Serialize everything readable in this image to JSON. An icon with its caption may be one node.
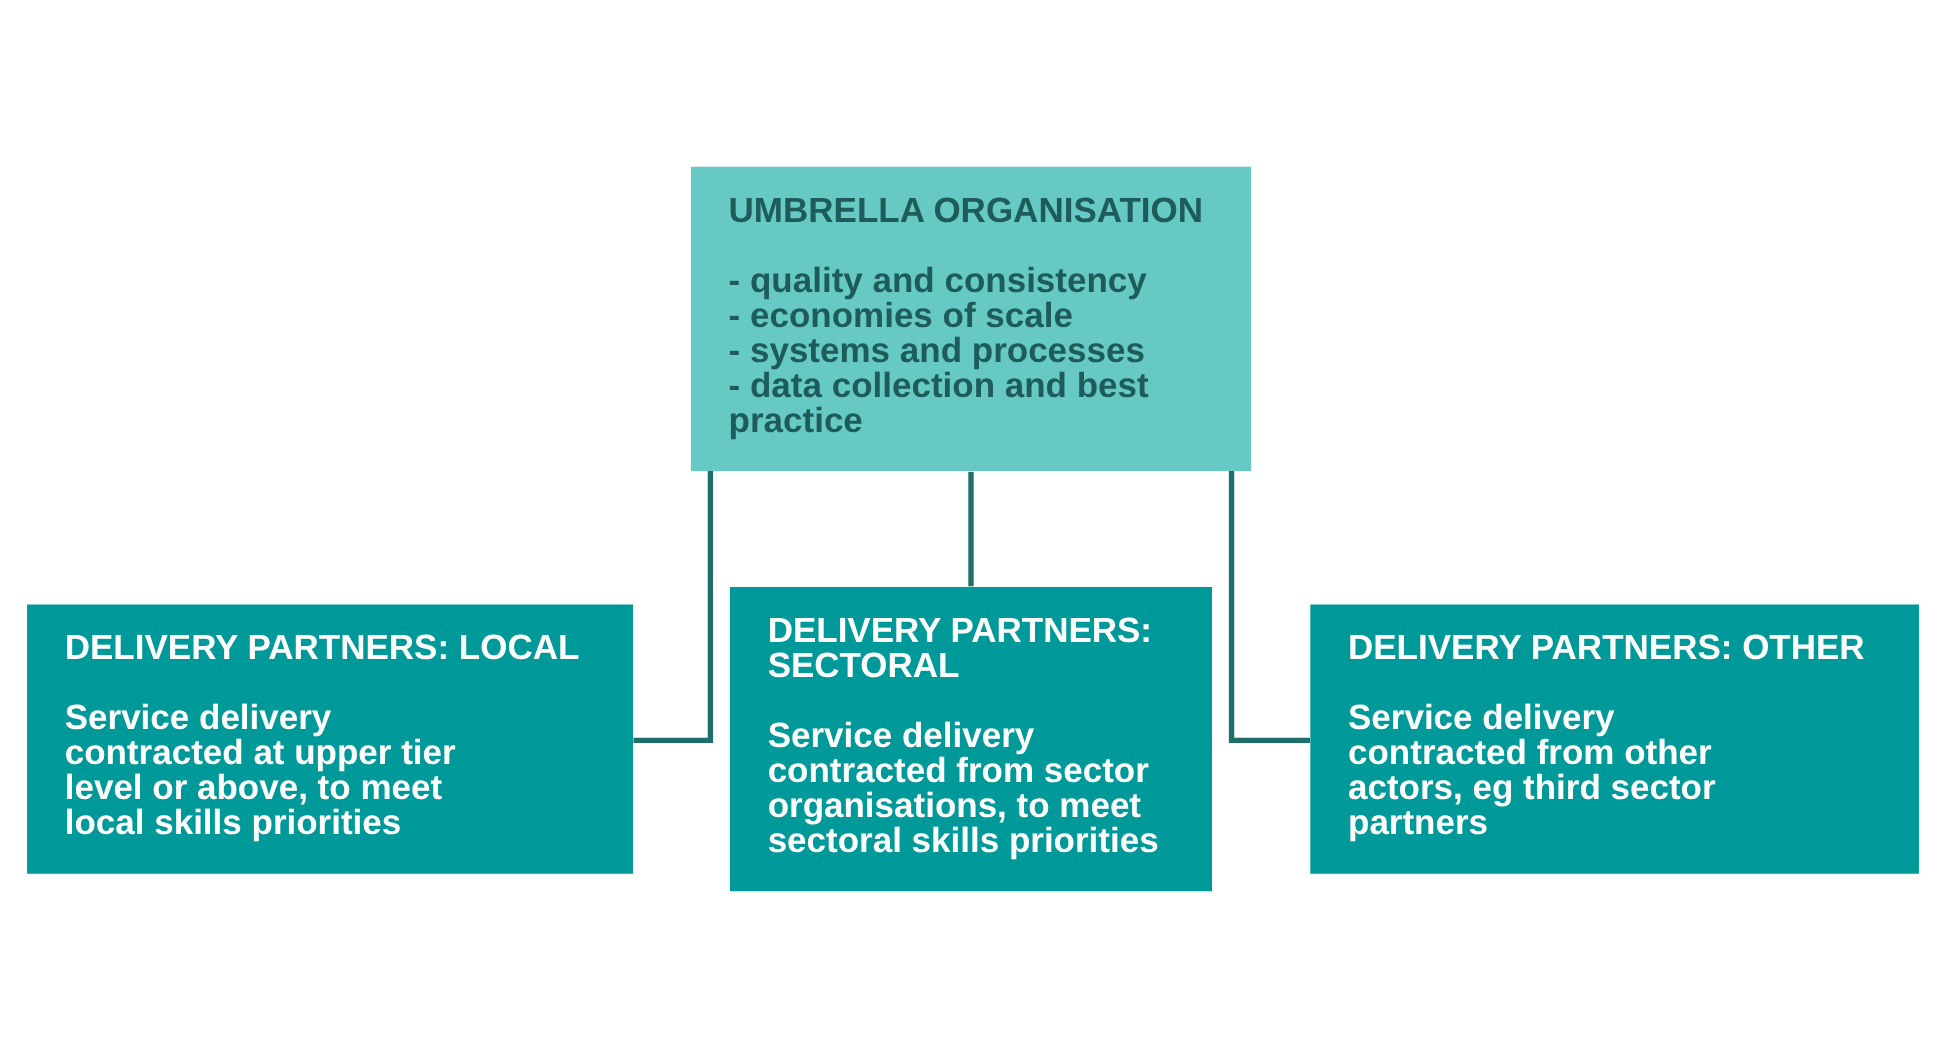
{
  "diagram": {
    "nodes": [
      {
        "text": [
          "UMBRELLA ORGANISATION",
          "- quality and consistency",
          "- economies of scale",
          "- systems and processes",
          "- data collection and best practice"
        ]
      },
      {
        "text": [
          "DELIVERY PARTNERS: LOCAL",
          "Service delivery contracted at upper tier level or above, to meet local skills priorities"
        ]
      },
      {
        "text": [
          "DELIVERY PARTNERS: SECTORAL",
          "Service delivery contracted from sector organisations, to meet sectoral skills priorities"
        ]
      },
      {
        "text": [
          "DELIVERY PARTNERS: OTHER",
          "Service delivery contracted from other actors, eg third sector partners"
        ]
      }
    ],
    "edges": [
      {
        "from": 0,
        "to": 1,
        "arrow": "none"
      },
      {
        "from": 0,
        "to": 2,
        "arrow": "none"
      },
      {
        "from": 0,
        "to": 3,
        "arrow": "none"
      }
    ]
  }
}
